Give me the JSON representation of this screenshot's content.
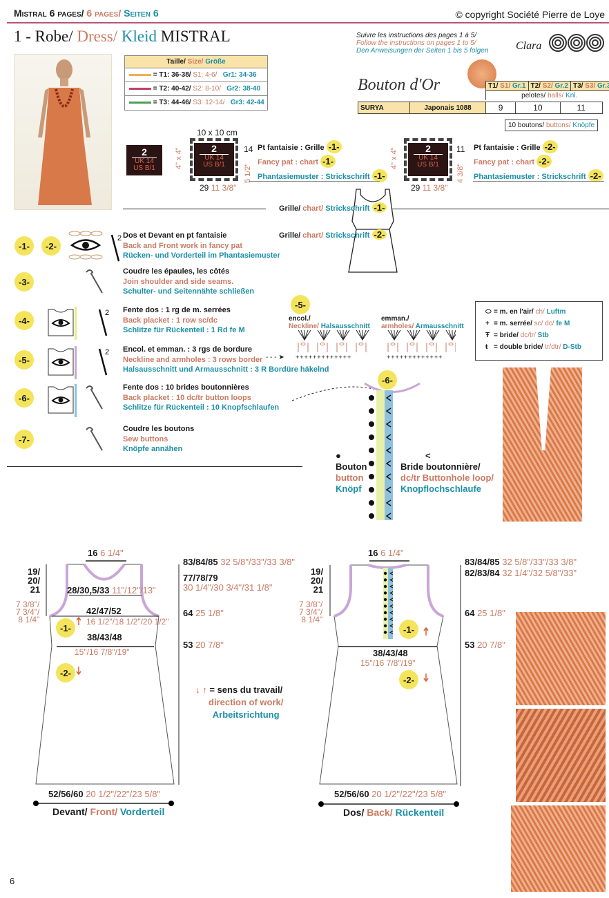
{
  "header": {
    "model": "Mistral",
    "pages_fr": " 6 pages/",
    "pages_en": " 6 pages/",
    "pages_de": " Seiten 6",
    "copyright": "© copyright Société Pierre de Loye"
  },
  "title": {
    "prefix": "1 - Robe/",
    "en": " Dress/",
    "de": " Kleid",
    "name": " MISTRAL"
  },
  "follow": {
    "fr": "Suivre les instructions des pages 1 à 5/",
    "en": "Follow the instructions on pages 1 to 5/",
    "de": "Den Anweisungen der Seiten 1 bis 5 folgen"
  },
  "level": "Clara",
  "sizes": {
    "head_fr": "Taille/",
    "head_en": " Size/",
    "head_de": " Größe",
    "rows": [
      {
        "color": "#f0b050",
        "fr": "= T1: 36-38/",
        "en": " S1: 4-6/",
        "de": "Gr1: 34-36"
      },
      {
        "color": "#c0406a",
        "fr": "= T2: 40-42/",
        "en": " S2: 8-10/",
        "de": "Gr2: 38-40"
      },
      {
        "color": "#4aa050",
        "fr": "= T3: 44-46/",
        "en": " S3: 12-14/",
        "de": "Gr3: 42-44"
      }
    ]
  },
  "yarn": {
    "brand": "Bouton d'Or",
    "cols": [
      {
        "fr": "T1/",
        "en": " S1/",
        "de": " Gr.1"
      },
      {
        "fr": "T2/",
        "en": " S2/",
        "de": " Gr.2"
      },
      {
        "fr": "T3/",
        "en": " S3/",
        "de": " Gr.3"
      }
    ],
    "unit_fr": "pelotes/",
    "unit_en": " balls/",
    "unit_de": " Knl.",
    "name": "SURYA",
    "color": "Japonais 1088",
    "qty": [
      "9",
      "10",
      "11"
    ],
    "buttons_fr": "10 boutons/",
    "buttons_en": " buttons/",
    "buttons_de": " Knöpfe"
  },
  "hook": {
    "size": "2",
    "uk": "UK 14",
    "us": "US B/1"
  },
  "gauge1": {
    "top": "10 x 10 cm",
    "left": "4\" x 4\"",
    "rows": "14",
    "rows_in": "5 1/2\"",
    "sts": "29",
    "sts_in": " 11 3/8\"",
    "fr": "Pt fantaisie : Grille",
    "en": "Fancy pat : chart",
    "de": "Phantasiemuster : Strickschrift",
    "n": "-1-"
  },
  "gauge2": {
    "left": "4\" x 4\"",
    "rows": "11",
    "rows_in": "4 3/8\"",
    "sts": "29",
    "sts_in": " 11 3/8\"",
    "fr": "Pt fantaisie : Grille",
    "en": "Fancy pat : chart",
    "de": "Phantasiemuster : Strickschrift",
    "n": "-2-"
  },
  "chart_labels": [
    {
      "fr": "Grille/",
      "en": " chart/",
      "de": " Strickschrift",
      "n": "-1-"
    },
    {
      "fr": "Grille/",
      "en": " chart/",
      "de": " Strickschrift",
      "n": "-2-"
    }
  ],
  "steps": [
    {
      "n": "-1-",
      "n2": "-2-",
      "fr": "Dos et Devant en pt fantaisie",
      "en": "Back and Front work in fancy pat",
      "de": "Rücken- und Vorderteil im Phantasiemuster",
      "hook": "2"
    },
    {
      "n": "-3-",
      "fr": "Coudre les épaules, les côtés",
      "en": "Join shoulder and side seams.",
      "de": "Schulter- und Seitennähte schließen"
    },
    {
      "n": "-4-",
      "fr": "Fente dos : 1 rg de m. serrées",
      "en": "Back placket : 1 row sc/dc",
      "de": "Schlitze für Rückenteil : 1 Rd fe M",
      "hook": "2"
    },
    {
      "n": "-5-",
      "fr": "Encol. et emman. : 3 rgs de bordure",
      "en": "Neckline and armholes : 3 rows border",
      "de": "Halsausschnitt und Armausschnitt : 3 R Bordüre häkelnd",
      "hook": "2"
    },
    {
      "n": "-6-",
      "fr": "Fente dos : 10 brides boutonnières",
      "en": "Back placket : 10 dc/tr button loops",
      "de": "Schlitze für Rückenteil : 10 Knopfschlaufen"
    },
    {
      "n": "-7-",
      "fr": "Coudre les boutons",
      "en": "Sew buttons",
      "de": "Knöpfe annähen"
    }
  ],
  "border": {
    "n": "-5-",
    "neck_fr": "encol./",
    "neck_en": "Neckline/",
    "neck_de": " Halsausschnitt",
    "arm_fr": "emman./",
    "arm_en": "armholes/",
    "arm_de": " Armausschnitt",
    "plus": "+++++++++++++"
  },
  "legend": [
    {
      "sym": "⬭",
      "fr": "= m. en l'air/",
      "en": " ch/",
      "de": " Luftm"
    },
    {
      "sym": "+",
      "fr": "= m. serrée/",
      "en": " sc/ dc/",
      "de": " fe M"
    },
    {
      "sym": "Ŧ",
      "fr": "= bride/",
      "en": " dc/tr/",
      "de": " Stb"
    },
    {
      "sym": "ŧ",
      "fr": "= double bride/",
      "en": " tr/dtr/",
      "de": " D-Stb"
    }
  ],
  "placket": {
    "n": "-6-",
    "button_fr": "Bouton",
    "button_en": "button",
    "button_de": "Knöpf",
    "loop_fr": "Bride boutonnière/",
    "loop_en": "dc/tr Buttonhole loop/",
    "loop_de": "Knopflochschlaufe"
  },
  "front": {
    "neck": "16",
    "neck_in": " 6 1/4\"",
    "arm_cm": "19/\n20/\n21",
    "arm_in": "7 3/8\"/\n7 3/4\"/\n8 1/4\"",
    "shoulder": "28/30,5/33",
    "shoulder_in": " 11\"/12\"/13\"",
    "bust": "42/47/52",
    "bust_in": "16 1/2\"/18 1/2\"/20 1/2\"",
    "waist": "38/43/48",
    "waist_in": "15\"/16 7/8\"/19\"",
    "hem": "52/56/60",
    "hem_in": " 20 1/2\"/22\"/23 5/8\"",
    "h1": "83/84/85",
    "h1_in": " 32 5/8\"/33\"/33 3/8\"",
    "h2": "77/78/79",
    "h2_in": "30 1/4\"/30 3/4\"/31 1/8\"",
    "h3": "64",
    "h3_in": " 25 1/8\"",
    "h4": "53",
    "h4_in": " 20 7/8\"",
    "fr": "Devant/",
    "en": " Front/",
    "de": " Vorderteil",
    "n1": "-1-",
    "n2": "-2-"
  },
  "direction": {
    "fr": "= sens du travail/",
    "en": "direction of work/",
    "de": "Arbeitsrichtung"
  },
  "back": {
    "neck": "16",
    "neck_in": " 6 1/4\"",
    "arm_cm": "19/\n20/\n21",
    "arm_in": "7 3/8\"/\n7 3/4\"/\n8 1/4\"",
    "waist": "38/43/48",
    "waist_in": "15\"/16 7/8\"/19\"",
    "hem": "52/56/60",
    "hem_in": " 20 1/2\"/22\"/23 5/8\"",
    "h1": "83/84/85",
    "h1_in": " 32 5/8\"/33\"/33 3/8\"",
    "h2": "82/83/84",
    "h2_in": " 32 1/4\"/32 5/8\"/33\"",
    "h3": "64",
    "h3_in": " 25 1/8\"",
    "h4": "53",
    "h4_in": " 20 7/8\"",
    "fr": "Dos/",
    "en": " Back/",
    "de": " Rückenteil",
    "n1": "-1-",
    "n2": "-2-"
  },
  "page_number": "6",
  "colors": {
    "english": "#c97a62",
    "german": "#1b8fa6",
    "marker": "#f4e45c",
    "yarn": "#d8794a"
  }
}
